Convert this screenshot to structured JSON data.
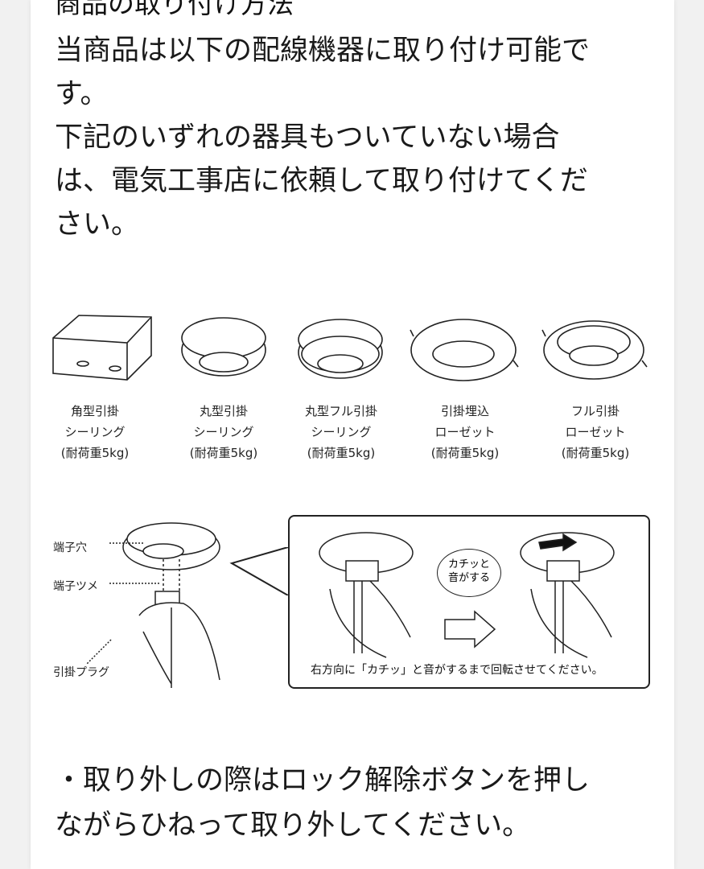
{
  "heading": "商品の取り付け方法",
  "intro_lines": [
    "当商品は以下の配線機器に取り付け可能で",
    "す。",
    "下記のいずれの器具もついていない場合",
    "は、電気工事店に依頼して取り付けてくだ",
    "さい。"
  ],
  "fixtures": [
    {
      "line1": "角型引掛",
      "line2": "シーリング",
      "line3": "(耐荷重5kg)"
    },
    {
      "line1": "丸型引掛",
      "line2": "シーリング",
      "line3": "(耐荷重5kg)"
    },
    {
      "line1": "丸型フル引掛",
      "line2": "シーリング",
      "line3": "(耐荷重5kg)"
    },
    {
      "line1": "引掛埋込",
      "line2": "ローゼット",
      "line3": "(耐荷重5kg)"
    },
    {
      "line1": "フル引掛",
      "line2": "ローゼット",
      "line3": "(耐荷重5kg)"
    }
  ],
  "diagram": {
    "callout_hole": "端子穴",
    "callout_claw": "端子ツメ",
    "callout_plug": "引掛プラグ",
    "bubble_line1": "カチッと",
    "bubble_line2": "音がする",
    "caption": "右方向に「カチッ」と音がするまで回転させてください。"
  },
  "removal_lines": [
    "・取り外しの際はロック解除ボタンを押し",
    "ながらひねって取り外してください。"
  ]
}
